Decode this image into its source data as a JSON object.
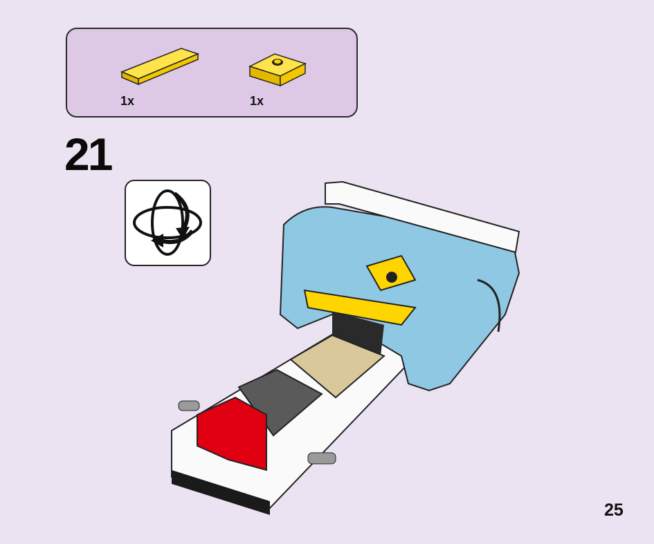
{
  "parts_list": {
    "items": [
      {
        "name": "yellow-tile-1x4",
        "color": "#ffd500",
        "quantity": "1x"
      },
      {
        "name": "yellow-plate-2x2-jumper",
        "color": "#ffd500",
        "quantity": "1x"
      }
    ]
  },
  "step": {
    "number": "21"
  },
  "rotate_indicator": {
    "icon": "rotate-model-icon"
  },
  "model": {
    "colors": {
      "light_blue": "#8ec8e2",
      "white": "#fafafa",
      "yellow": "#ffd500",
      "tan": "#d8c89a",
      "dark_gray": "#5a5a5a",
      "red": "#e00012",
      "black": "#1a1a1a"
    }
  },
  "page": {
    "number": "25"
  }
}
